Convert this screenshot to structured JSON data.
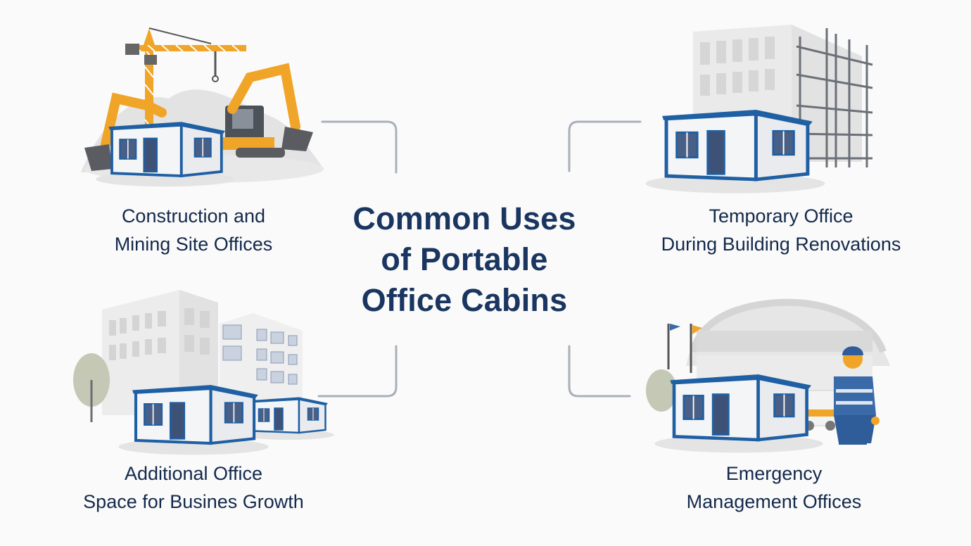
{
  "title": {
    "line1": "Common Uses",
    "line2": "of Portable",
    "line3": "Office Cabins"
  },
  "uses": [
    {
      "id": "construction",
      "line1": "Construction and",
      "line2": "Mining Site Offices",
      "illustration": "cabin-with-crane-and-excavator"
    },
    {
      "id": "renovation",
      "line1": "Temporary Office",
      "line2": "During Building Renovations",
      "illustration": "cabin-with-building-scaffolding"
    },
    {
      "id": "growth",
      "line1": "Additional Office",
      "line2": "Space for Busines Growth",
      "illustration": "cabins-with-office-buildings"
    },
    {
      "id": "emergency",
      "line1": "Emergency",
      "line2": "Management Offices",
      "illustration": "cabin-with-stadium-and-worker"
    }
  ],
  "colors": {
    "title": "#1a3660",
    "text": "#13294b",
    "cabin_frame": "#1f5fa3",
    "window": "#4a5f85",
    "accent_orange": "#f0a428",
    "connector": "#a9b0ba",
    "building": "#e6e6e6"
  }
}
